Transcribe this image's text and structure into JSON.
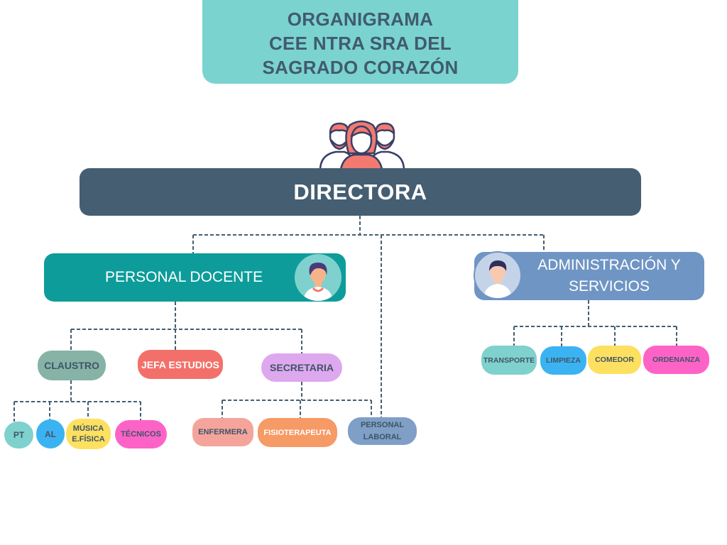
{
  "title": {
    "lines": [
      "ORGANIGRAMA",
      "CEE NTRA SRA DEL",
      "SAGRADO CORAZÓN"
    ]
  },
  "director": {
    "label": "DIRECTORA"
  },
  "docente": {
    "label": "PERSONAL DOCENTE",
    "children": {
      "claustro": "CLAUSTRO",
      "jefa_estudios": "JEFA ESTUDIOS",
      "secretaria": "SECRETARIA"
    },
    "claustro_children": {
      "pt": "PT",
      "al": "AL",
      "musica_line1": "MÚSICA",
      "musica_line2": "E.FÍSICA",
      "tecnicos": "TÉCNICOS"
    },
    "secretaria_children": {
      "enfermera": "ENFERMERA",
      "fisioterapeuta": "FISIOTERAPEUTA"
    }
  },
  "personal_laboral": {
    "line1": "PERSONAL",
    "line2": "LABORAL"
  },
  "admin": {
    "line1": "ADMINISTRACIÓN Y",
    "line2": "SERVICIOS",
    "children": {
      "transporte": "TRANSPORTE",
      "limpieza": "LIMPIEZA",
      "comedor": "COMEDOR",
      "ordenanza": "ORDENANZA"
    }
  },
  "colors": {
    "title_bg": "#7ad3cf",
    "director_bg": "#455e71",
    "docente_bg": "#0d9c9a",
    "admin_bg": "#6f95c4",
    "connector": "#455e71"
  },
  "icons": [
    "group-people-icon",
    "teacher-avatar-icon",
    "admin-avatar-icon"
  ]
}
